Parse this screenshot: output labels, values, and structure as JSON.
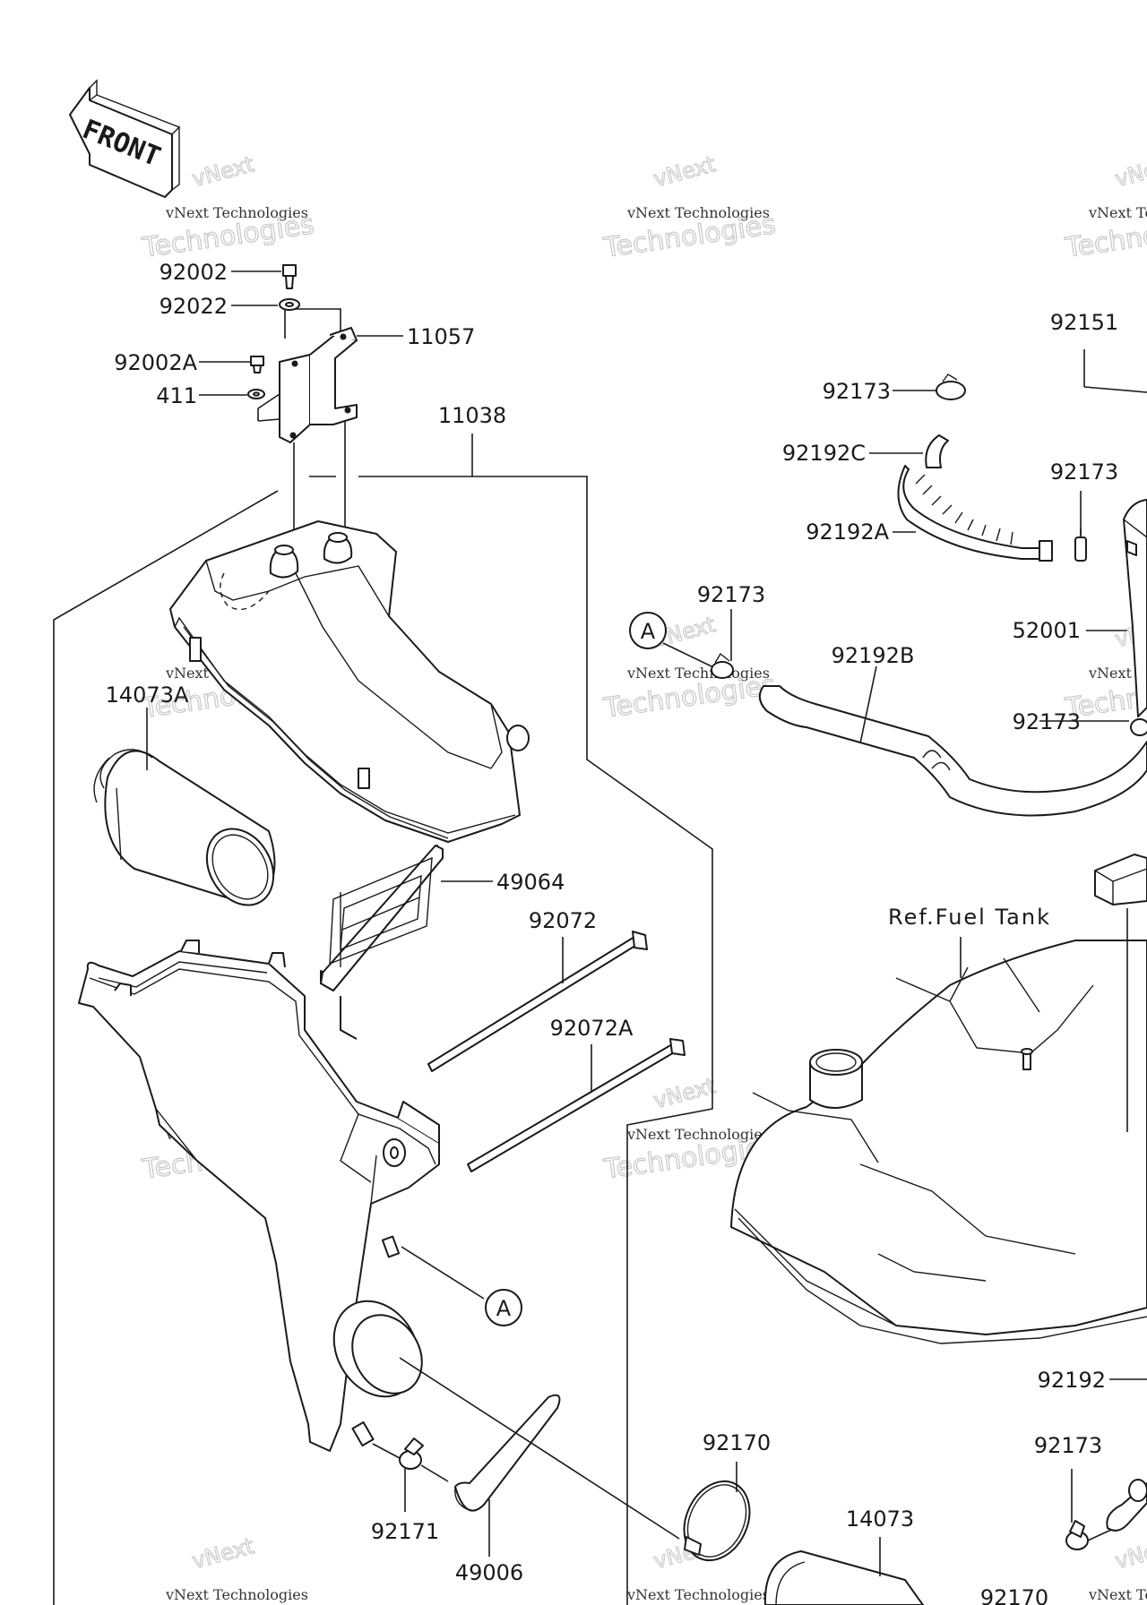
{
  "front_label": "FRONT",
  "watermark": {
    "line1": "vNext Technologies",
    "line2": "Technologies",
    "line3": "vNext"
  },
  "parts": [
    {
      "id": "p92002",
      "label": "92002"
    },
    {
      "id": "p92022",
      "label": "92022"
    },
    {
      "id": "p11057",
      "label": "11057"
    },
    {
      "id": "p92002A",
      "label": "92002A"
    },
    {
      "id": "p411",
      "label": "411"
    },
    {
      "id": "p11038",
      "label": "11038"
    },
    {
      "id": "p14073A",
      "label": "14073A"
    },
    {
      "id": "p49064",
      "label": "49064"
    },
    {
      "id": "p92072",
      "label": "92072"
    },
    {
      "id": "p92072A",
      "label": "92072A"
    },
    {
      "id": "p92151",
      "label": "92151"
    },
    {
      "id": "p92173a",
      "label": "92173"
    },
    {
      "id": "p92192C",
      "label": "92192C"
    },
    {
      "id": "p92173b",
      "label": "92173"
    },
    {
      "id": "p92192A",
      "label": "92192A"
    },
    {
      "id": "p92173c",
      "label": "92173"
    },
    {
      "id": "p92192B",
      "label": "92192B"
    },
    {
      "id": "p52001",
      "label": "52001"
    },
    {
      "id": "p92173d",
      "label": "92173"
    },
    {
      "id": "pRefFuel",
      "label": "Ref.Fuel Tank"
    },
    {
      "id": "p92192",
      "label": "92192"
    },
    {
      "id": "p92173e",
      "label": "92173"
    },
    {
      "id": "p92170a",
      "label": "92170"
    },
    {
      "id": "p92171",
      "label": "92171"
    },
    {
      "id": "p49006",
      "label": "49006"
    },
    {
      "id": "p14073",
      "label": "14073"
    },
    {
      "id": "p92170b",
      "label": "92170"
    }
  ],
  "callouts": {
    "a_top": "A",
    "a_bottom": "A"
  }
}
